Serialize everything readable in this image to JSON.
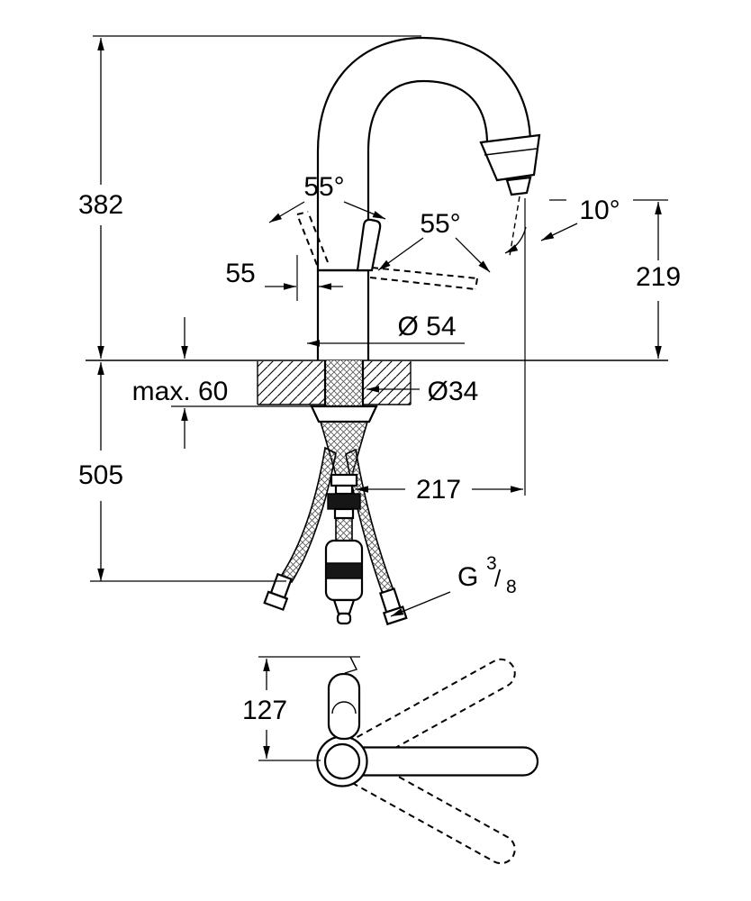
{
  "drawing": {
    "type": "faucet-dimensional-drawing",
    "line_color": "#000000",
    "background": "#ffffff"
  },
  "dims": {
    "total_height": "382",
    "under_counter": "505",
    "max_mounting": "max. 60",
    "lever_reach": "55",
    "swivel_left": "55°",
    "swivel_right": "55°",
    "spray_angle": "10°",
    "outlet_height": "219",
    "body_diameter": "Ø 54",
    "hole_diameter": "Ø34",
    "spout_reach": "217",
    "thread_g": "G",
    "thread_num": "3",
    "thread_slash": "/",
    "thread_den": "8",
    "base_depth": "127"
  }
}
